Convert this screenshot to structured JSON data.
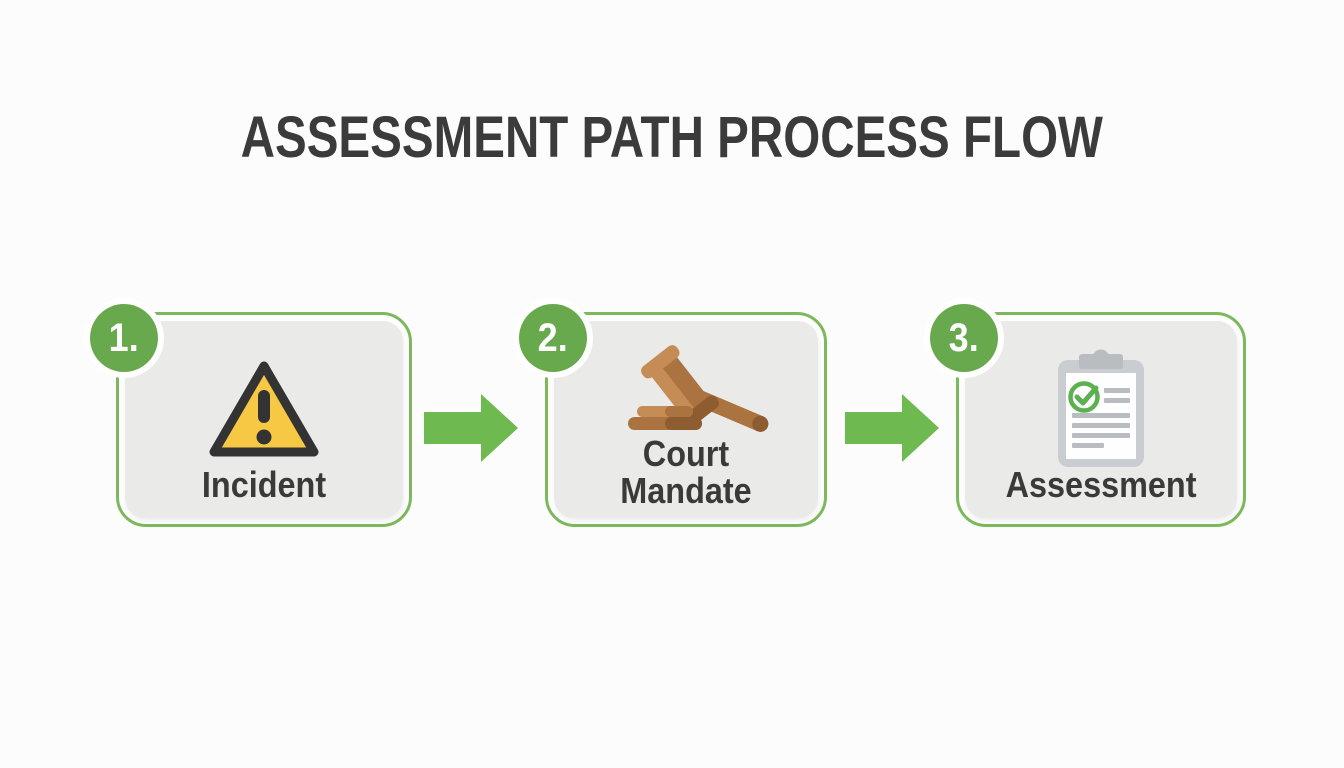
{
  "title": "ASSESSMENT PATH PROCESS FLOW",
  "steps": [
    {
      "number": "1.",
      "label": "Incident",
      "icon": "warning-triangle-icon"
    },
    {
      "number": "2.",
      "label": "Court Mandate",
      "icon": "gavel-icon"
    },
    {
      "number": "3.",
      "label": "Assessment",
      "icon": "clipboard-checklist-icon"
    }
  ],
  "connectors": [
    {
      "icon": "arrow-right-icon",
      "from": "Incident",
      "to": "Court Mandate"
    },
    {
      "icon": "arrow-right-icon",
      "from": "Court Mandate",
      "to": "Assessment"
    }
  ],
  "colors": {
    "page_bg": "#fcfcfc",
    "title_text": "#3b3b3b",
    "label_text": "#3a3a3a",
    "card_border_green": "#7bb95a",
    "card_fill": "#eaeae8",
    "badge_green": "#68a94e",
    "badge_text": "#ffffff",
    "arrow_green": "#6fba50",
    "warning_yellow": "#f7c844",
    "warning_outline": "#333333",
    "gavel_brown": "#aa7340",
    "gavel_brown_light": "#c68c55",
    "gavel_brown_dark": "#8e5c31",
    "clipboard_gray": "#c9ccd1",
    "clipboard_line_gray": "#b9bdc2",
    "check_green": "#5cb14e",
    "paper_white": "#fefefe"
  }
}
